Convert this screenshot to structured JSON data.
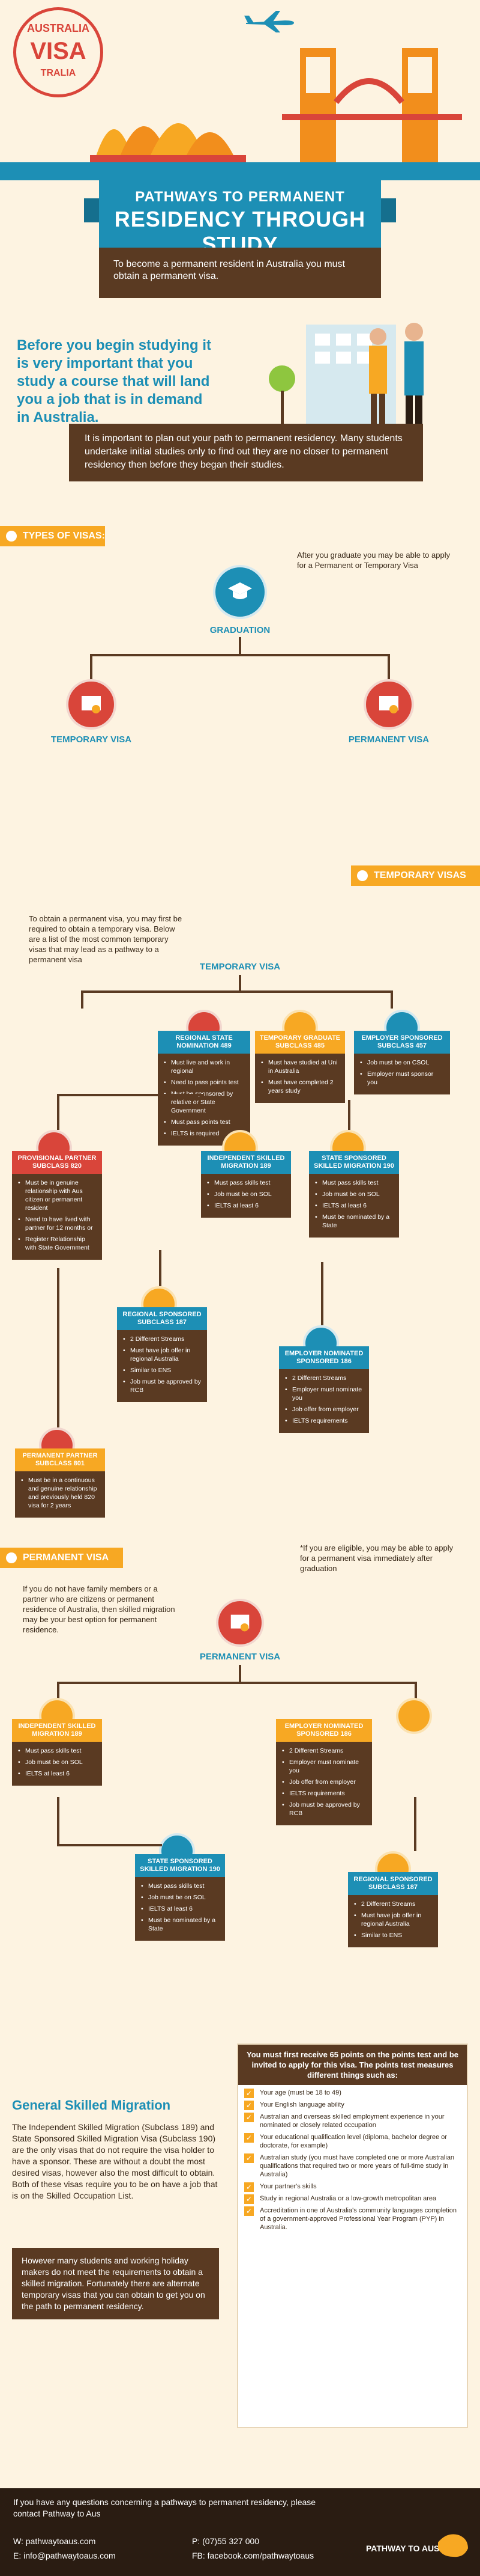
{
  "header": {
    "stamp_country": "AUSTRALIA",
    "stamp_word": "VISA",
    "stamp_sub": "TRALIA",
    "title_line1": "PATHWAYS TO PERMANENT",
    "title_line2": "RESIDENCY THROUGH STUDY",
    "intro": "To become a permanent resident in Australia you must obtain a permanent visa."
  },
  "lead": {
    "question": "Before you begin studying it is very important that you study a course that will land you a job that is in demand in Australia.",
    "plan": "It is important to plan out your path to permanent residency. Many students undertake initial studies only to find out they are no closer to permanent residency then before they began their studies."
  },
  "types": {
    "tag": "TYPES OF VISAS:",
    "note": "After you graduate you may be able to apply for a Permanent or Temporary Visa",
    "graduation": "GRADUATION",
    "temporary": "TEMPORARY VISA",
    "permanent": "PERMANENT VISA"
  },
  "temporary": {
    "tag": "TEMPORARY VISAS",
    "intro": "To obtain a permanent visa, you may first be required to obtain a temporary visa. Below are a list of the most common temporary visas that may lead as a pathway to a permanent visa",
    "root": "TEMPORARY VISA",
    "cards": [
      {
        "title": "REGIONAL STATE NOMINATION 489",
        "items": [
          "Must live and work in regional",
          "Need to pass points test",
          "Must be sponsored by relative or State Government",
          "Must pass points test",
          "IELTS is required"
        ]
      },
      {
        "title": "TEMPORARY GRADUATE SUBCLASS 485",
        "items": [
          "Must have studied at Uni in Australia",
          "Must have completed 2 years study"
        ]
      },
      {
        "title": "EMPLOYER SPONSORED SUBCLASS 457",
        "items": [
          "Job must be on CSOL",
          "Employer must sponsor you"
        ]
      },
      {
        "title": "PROVISIONAL PARTNER SUBCLASS 820",
        "items": [
          "Must be in genuine relationship with Aus citizen or permanent resident",
          "Need to have lived with partner for 12 months or",
          "Register Relationship with State Government"
        ]
      },
      {
        "title": "INDEPENDENT SKILLED MIGRATION 189",
        "items": [
          "Must pass skills test",
          "Job must be on SOL",
          "IELTS at least 6"
        ]
      },
      {
        "title": "STATE SPONSORED SKILLED MIGRATION 190",
        "items": [
          "Must pass skills test",
          "Job must be on SOL",
          "IELTS at least 6",
          "Must be nominated by a State"
        ]
      },
      {
        "title": "REGIONAL SPONSORED SUBCLASS 187",
        "items": [
          "2 Different Streams",
          "Must have job offer in regional Australia",
          "Similar to ENS",
          "Job must be approved by RCB"
        ]
      },
      {
        "title": "EMPLOYER NOMINATED SPONSORED 186",
        "items": [
          "2 Different Streams",
          "Employer must nominate you",
          "Job offer from employer",
          "IELTS requirements"
        ]
      },
      {
        "title": "PERMANENT PARTNER SUBCLASS 801",
        "items": [
          "Must be in a continuous and genuine relationship and previously held 820 visa for 2 years"
        ]
      }
    ]
  },
  "permanent": {
    "tag": "PERMANENT VISA",
    "note": "*If you are eligible, you may be able to apply for a permanent visa immediately after graduation",
    "intro": "If you do not have family members or a partner who are citizens or permanent residence of Australia, then skilled migration may be your best option for permanent residence.",
    "root": "PERMANENT VISA",
    "cards": [
      {
        "title": "INDEPENDENT SKILLED MIGRATION 189",
        "items": [
          "Must pass skills test",
          "Job must be on SOL",
          "IELTS at least 6"
        ]
      },
      {
        "title": "EMPLOYER NOMINATED SPONSORED 186",
        "items": [
          "2 Different Streams",
          "Employer must nominate you",
          "Job offer from employer",
          "IELTS requirements",
          "Job must be approved by RCB"
        ]
      },
      {
        "title": "STATE SPONSORED SKILLED MIGRATION 190",
        "items": [
          "Must pass skills test",
          "Job must be on SOL",
          "IELTS at least 6",
          "Must be nominated by a State"
        ]
      },
      {
        "title": "REGIONAL SPONSORED SUBCLASS 187",
        "items": [
          "2 Different Streams",
          "Must have job offer in regional Australia",
          "Similar to ENS"
        ]
      }
    ]
  },
  "gsm": {
    "heading": "General Skilled Migration",
    "p1": "The Independent Skilled Migration (Subclass 189) and State Sponsored Skilled Migration Visa (Subclass 190) are the only visas that do not require the visa holder to have a sponsor. These are without a doubt the most desired visas, however also the most difficult to obtain. Both of these visas require you to be on have a job that is on the Skilled Occupation List.",
    "p2": "However many students and working holiday makers do not meet the requirements to obtain a skilled migration. Fortunately there are alternate temporary visas that you can obtain to get you on the path to permanent residency.",
    "points_head": "You must first receive 65 points on the points test and be invited to apply for this visa. The points test measures different things such as:",
    "points": [
      "Your age (must be 18 to 49)",
      "Your English language ability",
      "Australian and overseas skilled employment experience in your nominated or closely related occupation",
      "Your educational qualification level (diploma, bachelor degree or doctorate, for example)",
      "Australian study (you must have completed one or more Australian qualifications that required two or more years of full-time study in Australia)",
      "Your partner's skills",
      "Study in regional Australia or a low-growth metropolitan area",
      "Accreditation in one of Australia's community languages completion of a government-approved Professional Year Program (PYP) in Australia."
    ]
  },
  "footer": {
    "question": "If you have any questions concerning a pathways to permanent residency, please contact Pathway to Aus",
    "web": "W: pathwaytoaus.com",
    "email": "E: info@pathwaytoaus.com",
    "phone": "P: (07)55 327 000",
    "facebook": "FB: facebook.com/pathwaytoaus",
    "brand": "PATHWAY TO AUS"
  },
  "colors": {
    "blue": "#1d8fb5",
    "orange": "#f7a823",
    "red": "#d9453a",
    "brown": "#5a3a22",
    "cream": "#fdf3e1"
  }
}
